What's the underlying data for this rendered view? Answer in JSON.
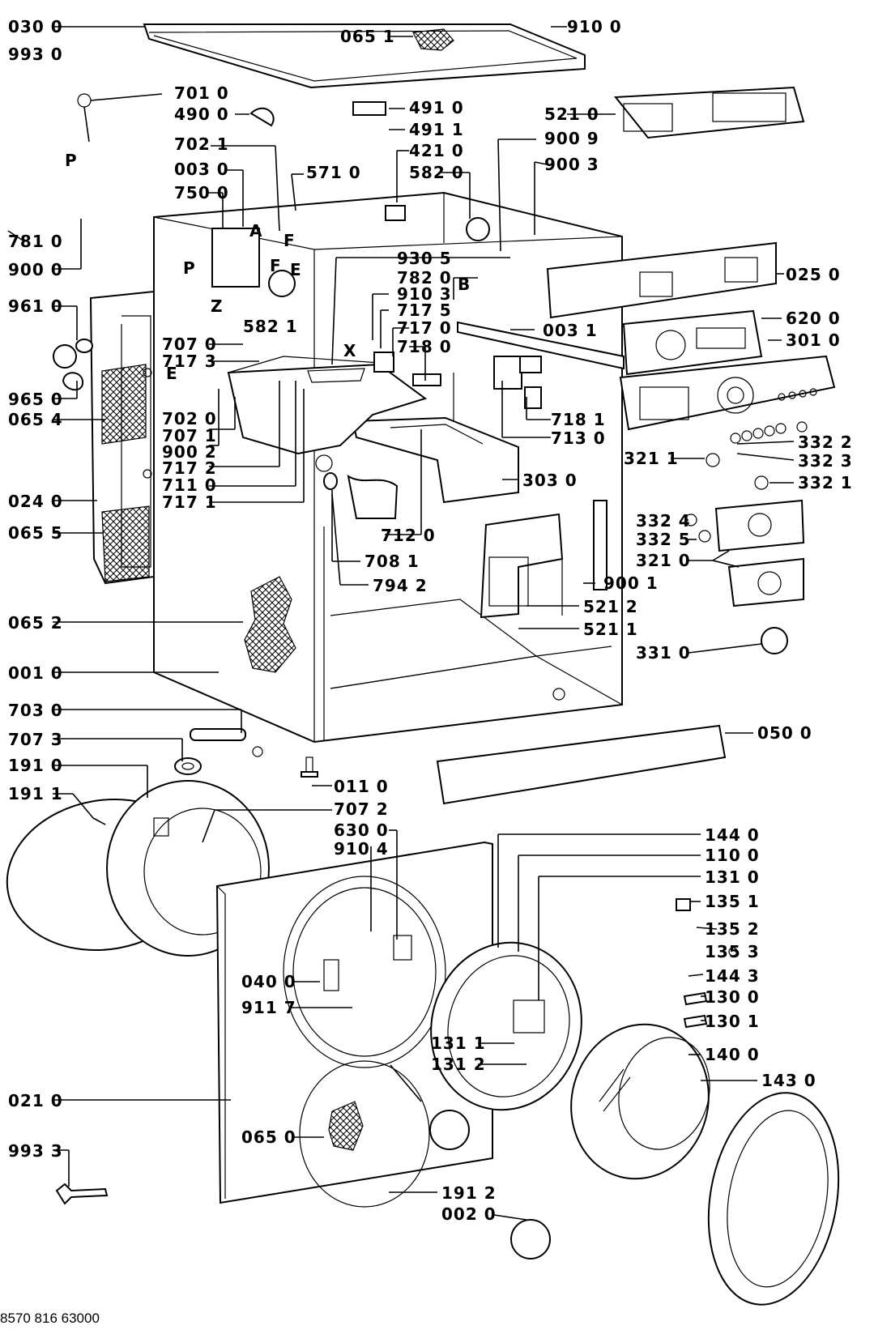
{
  "labels": {
    "l0300": "030 0",
    "l0651": "065 1",
    "l9100": "910 0",
    "l9930": "993 0",
    "l7010": "701 0",
    "l4900": "490 0",
    "l4910": "491 0",
    "l4911": "491 1",
    "l5210": "521 0",
    "l7021": "702 1",
    "l4210": "421 0",
    "l9009": "900 9",
    "l0030": "003 0",
    "l5710": "571 0",
    "l5820": "582 0",
    "l9003": "900 3",
    "l7500": "750 0",
    "l7810": "781 0",
    "l9000": "900 0",
    "l9305": "930 5",
    "l0250": "025 0",
    "l7820": "782 0",
    "l5821": "582 1",
    "l9103": "910 3",
    "l7175": "717 5",
    "l9610": "961 0",
    "l0031": "003 1",
    "l6200": "620 0",
    "l7170": "717 0",
    "l7180": "718 0",
    "l3010": "301 0",
    "l7070": "707 0",
    "l7173": "717 3",
    "l9650": "965 0",
    "l0654": "065 4",
    "l7020": "702 0",
    "l7181": "718 1",
    "l7071": "707 1",
    "l7130": "713 0",
    "l9002": "900 2",
    "l3322": "332 2",
    "l7172": "717 2",
    "l3211": "321 1",
    "l3323": "332 3",
    "l7110": "711 0",
    "l3321": "332 1",
    "l3030": "303 0",
    "l0240": "024 0",
    "l7171": "717 1",
    "l3324": "332 4",
    "l0655": "065 5",
    "l3325": "332 5",
    "l7120": "712 0",
    "l3210": "321 0",
    "l7081": "708 1",
    "l9001": "900 1",
    "l7942": "794 2",
    "l5212": "521 2",
    "l0652": "065 2",
    "l5211": "521 1",
    "l3310": "331 0",
    "l0010": "001 0",
    "l7030": "703 0",
    "l0500": "050 0",
    "l7073": "707 3",
    "l1910": "191 0",
    "l0110": "011 0",
    "l1911": "191 1",
    "l7072": "707 2",
    "l6300": "630 0",
    "l9104": "910 4",
    "l1440": "144 0",
    "l1100": "110 0",
    "l1310": "131 0",
    "l1351": "135 1",
    "l1352": "135 2",
    "l1353": "135 3",
    "l0400": "040 0",
    "l1443": "144 3",
    "l9117": "911 7",
    "l1300": "130 0",
    "l1301": "130 1",
    "l1311": "131 1",
    "l1312": "131 2",
    "l1400": "140 0",
    "l1430": "143 0",
    "l0210": "021 0",
    "l0650": "065 0",
    "l9933": "993 3",
    "l1912": "191 2",
    "l0020": "002 0"
  },
  "callouts": {
    "A": "A",
    "F1": "F",
    "F2": "F",
    "E1": "E",
    "E2": "E",
    "P1": "P",
    "P2": "P",
    "Z": "Z",
    "B": "B",
    "X": "X"
  },
  "footer": {
    "drawing_number": "8570 816 63000"
  }
}
